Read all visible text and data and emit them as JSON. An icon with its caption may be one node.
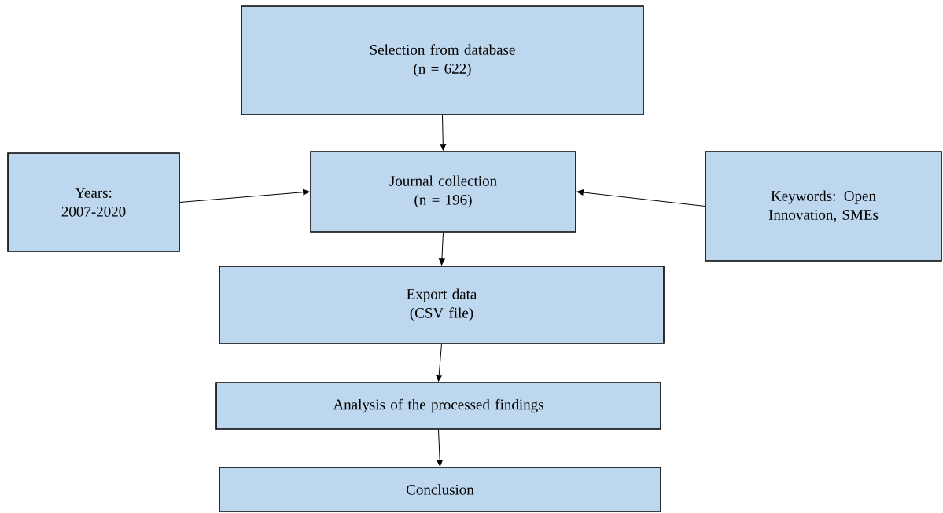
{
  "diagram": {
    "nodes": [
      {
        "text": [
          "Selection from database",
          "(n = 622)"
        ]
      },
      {
        "text": [
          "Years: 2007-2020"
        ]
      },
      {
        "text": [
          "Journal collection",
          "(n = 196)"
        ]
      },
      {
        "text": [
          "Keywords: Open Innovation, SMEs"
        ]
      },
      {
        "text": [
          "Export data",
          "(CSV file)"
        ]
      },
      {
        "text": [
          "Analysis of the processed findings"
        ]
      },
      {
        "text": [
          "Conclusion"
        ]
      }
    ],
    "edges": [
      {
        "from": 0,
        "to": 2,
        "arrow": "to"
      },
      {
        "from": 1,
        "to": 2,
        "arrow": "to"
      },
      {
        "from": 3,
        "to": 2,
        "arrow": "to"
      },
      {
        "from": 2,
        "to": 4,
        "arrow": "to"
      },
      {
        "from": 4,
        "to": 5,
        "arrow": "to"
      },
      {
        "from": 5,
        "to": 6,
        "arrow": "to"
      }
    ]
  }
}
